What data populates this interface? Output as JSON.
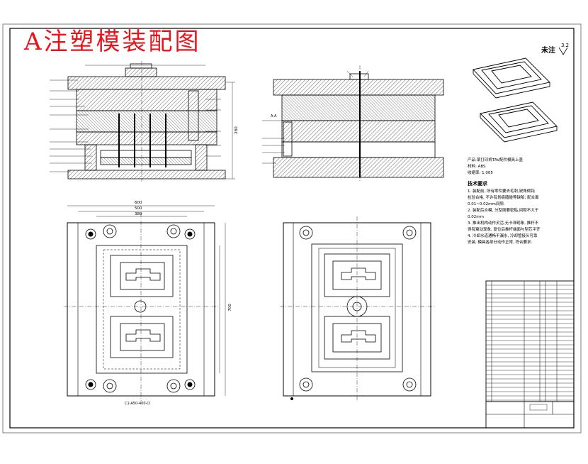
{
  "drawing": {
    "title": "A注塑模装配图",
    "roughness_label": "未注",
    "roughness_value": "3.2"
  },
  "product": {
    "line1": "产品:某打印机TAV配件模具上盖",
    "line2": "材料: ABS",
    "line3": "收缩率: 1.005"
  },
  "tech_requirements": {
    "heading": "技术要求",
    "items": [
      "1. 装配前, 所有零件要去毛刺,锐角倒钝",
      "检验合格, 不许有划痕磕碰等缺陷; 配合面",
      "0.01~0.02mm间隙.",
      "2. 装配后合模, 分型面要密贴,间隙不大于",
      "0.02mm",
      "3. 推出机构动作灵活,无卡滞现象, 推杆不",
      "得有窜动现象, 复位后推杆端面与型芯平齐",
      "4. 冷却水道通畅不漏水, 冷却管接头可靠",
      "安装, 模具各部分动作正常, 符合要求."
    ]
  },
  "dimensions": {
    "top_600": "600",
    "top_500": "500",
    "top_380": "380",
    "side_700": "700",
    "front_280": "280"
  },
  "section_label": "A-A",
  "bottom_label": "C1-A50-400-CI"
}
